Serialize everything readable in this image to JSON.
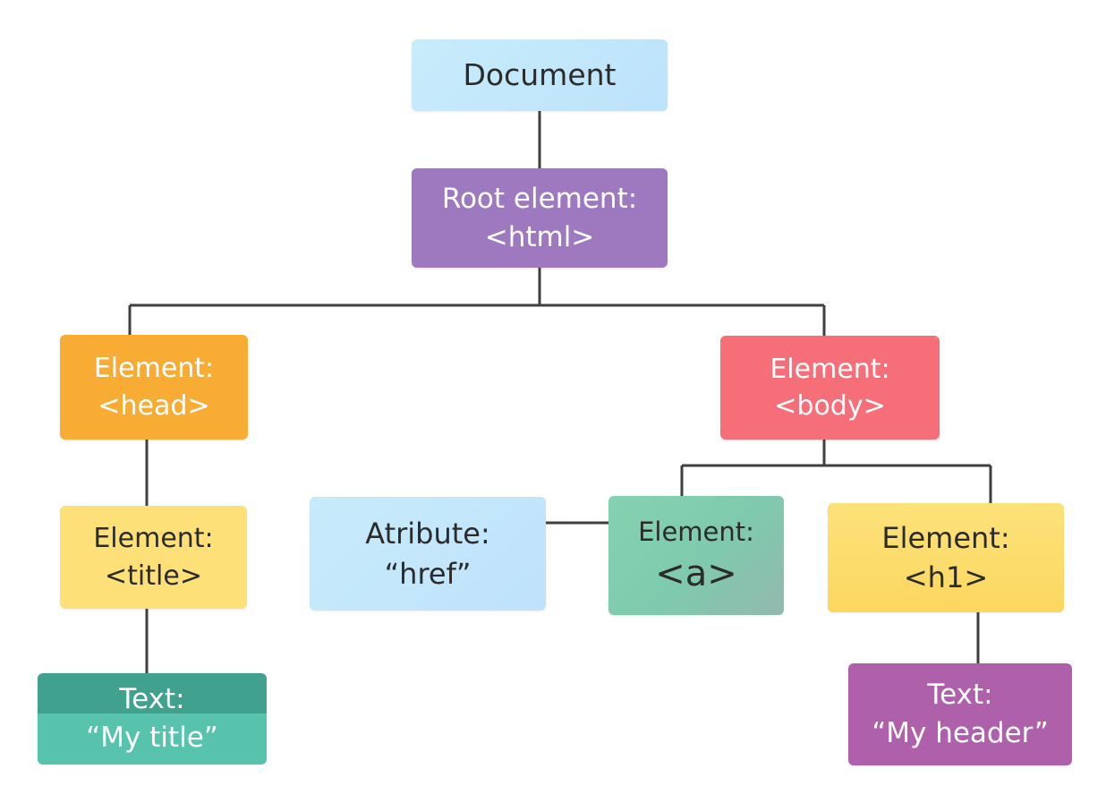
{
  "nodes": {
    "document": {
      "lines": [
        "Document"
      ]
    },
    "root": {
      "lines": [
        "Root element:",
        "<html>"
      ]
    },
    "head": {
      "lines": [
        "Element:",
        "<head>"
      ]
    },
    "body": {
      "lines": [
        "Element:",
        "<body>"
      ]
    },
    "title": {
      "lines": [
        "Element:",
        "<title>"
      ]
    },
    "attribute": {
      "lines": [
        "Atribute:",
        "“href”"
      ]
    },
    "a": {
      "lines": [
        "Element:",
        "<a>"
      ]
    },
    "h1": {
      "lines": [
        "Element:",
        "<h1>"
      ]
    },
    "my_title": {
      "lines": [
        "Text:",
        "“My title”"
      ]
    },
    "my_header": {
      "lines": [
        "Text:",
        "“My header”"
      ]
    }
  },
  "colors": {
    "document": "#c8ecfb",
    "root": "#9e79c0",
    "head": "#f8ac33",
    "body": "#f56e78",
    "title": "#fde178",
    "attribute": "#c8ebfb",
    "a": "#84d2b1",
    "h1": "#fde27a",
    "my_title": "#58c3ac",
    "my_header": "#ae60ab",
    "connector": "#3f3f3f"
  }
}
